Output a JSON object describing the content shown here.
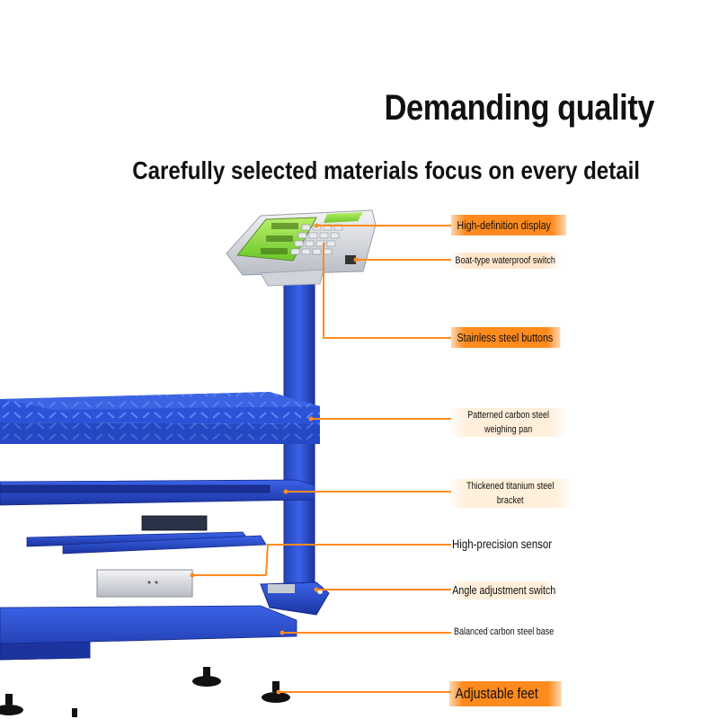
{
  "title": "Demanding quality",
  "subtitle": "Carefully selected materials focus on every detail",
  "callouts": {
    "display": "High-definition display",
    "switch": "Boat-type waterproof switch",
    "buttons": "Stainless steel buttons",
    "pan_line1": "Patterned carbon steel",
    "pan_line2": "weighing pan",
    "bracket_line1": "Thickened titanium steel",
    "bracket_line2": "bracket",
    "sensor": "High-precision sensor",
    "angle": "Angle adjustment switch",
    "base": "Balanced carbon steel base",
    "feet": "Adjustable feet"
  },
  "colors": {
    "steel_blue": "#2b4fd0",
    "steel_blue_dark": "#1c35a0",
    "callout_orange": "#ff8a1e",
    "display_green": "#8fd93a"
  }
}
